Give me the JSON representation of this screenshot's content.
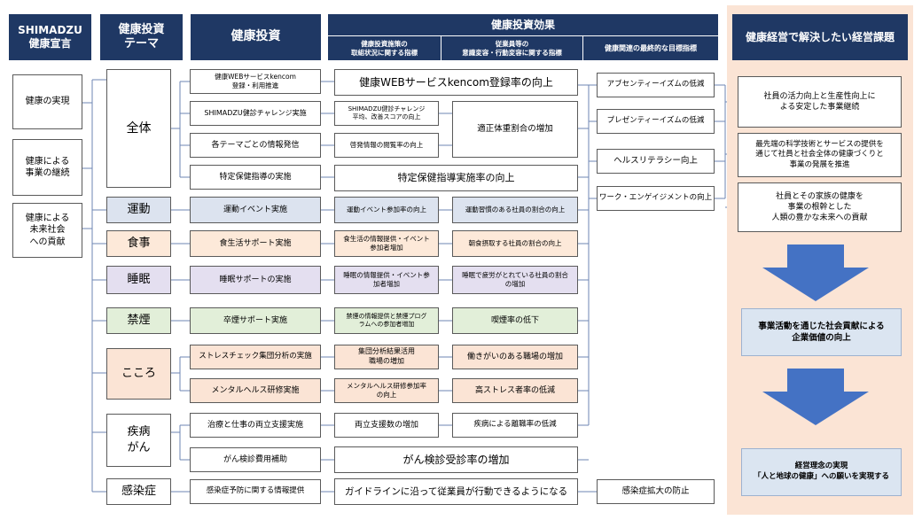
{
  "headers": {
    "declaration": "SHIMADZU\n健康宣言",
    "theme": "健康投資\nテーマ",
    "investment": "健康投資",
    "effect": "健康投資効果",
    "effect_sub1": "健康投資施策の\n取組状況に関する指標",
    "effect_sub2": "従業員等の\n意識変容・行動変容に関する指標",
    "effect_sub3": "健康関連の最終的な目標指標",
    "goal": "健康経営で解決したい経営課題"
  },
  "declarations": [
    "健康の実現",
    "健康による\n事業の継続",
    "健康による\n未来社会\nへの貢献"
  ],
  "themes": {
    "overall": "全体",
    "exercise": "運動",
    "diet": "食事",
    "sleep": "睡眠",
    "smoking": "禁煙",
    "mind": "こころ",
    "disease": "疾病\nがん",
    "infection": "感染症"
  },
  "investments": {
    "kencom": "健康WEBサービスkencom\n登録・利用推進",
    "challenge": "SHIMADZU健診チャレンジ実施",
    "info": "各テーマごとの情報発信",
    "guidance": "特定保健指導の実施",
    "exercise_event": "運動イベント実施",
    "diet_support": "食生活サポート実施",
    "sleep_support": "睡眠サポートの実施",
    "smoking_support": "卒煙サポート実施",
    "stress_check": "ストレスチェック集団分析の実施",
    "mental_training": "メンタルヘルス研修実施",
    "work_support": "治療と仕事の両立支援実施",
    "cancer_subsidy": "がん検診費用補助",
    "infection_info": "感染症予防に関する情報提供"
  },
  "indicators1": {
    "kencom_rate": "健康WEBサービスkencom登録率の向上",
    "challenge_score": "SHIMADZU健診チャレンジ\n平均、改善スコアの向上",
    "info_views": "啓発情報の閲覧率の向上",
    "guidance_rate": "特定保健指導実施率の向上",
    "exercise_rate": "運動イベント参加率の向上",
    "diet_rate": "食生活の情報提供・イベント\n参加者増加",
    "sleep_rate": "睡眠の情報提供・イベント参\n加者増加",
    "smoking_rate": "禁煙の情報提供と禁煙プログ\nラムへの参加者増加",
    "stress_rate": "集団分析結果活用\n職場の増加",
    "mental_rate": "メンタルヘルス研修参加率\nの向上",
    "support_count": "両立支援数の増加",
    "cancer_rate": "がん検診受診率の増加",
    "guideline": "ガイドラインに沿って従業員が行動できるようになる"
  },
  "indicators2": {
    "weight": "適正体重割合の増加",
    "exercise_habit": "運動習慣のある社員の割合の向上",
    "breakfast": "朝食摂取する社員の割合の向上",
    "sleep_rest": "睡眠で疲労がとれている社員の割合\nの増加",
    "smoking_drop": "喫煙率の低下",
    "engaging": "働きがいのある職場の増加",
    "stress_drop": "高ストレス者率の低減",
    "turnover": "疾病による離職率の低減"
  },
  "final_goals": {
    "absenteeism": "アブセンティーイズムの低減",
    "presenteeism": "プレゼンティーイズムの低減",
    "literacy": "ヘルスリテラシー向上",
    "engagement": "ワーク・エンゲイジメントの向上",
    "infection_prevention": "感染症拡大の防止"
  },
  "management": {
    "issue1": "社員の活力向上と生産性向上に\nよる安定した事業継続",
    "issue2": "最先端の科学技術とサービスの提供を\n通じて社員と社会全体の健康づくりと\n事業の発展を推進",
    "issue3": "社員とその家族の健康を\n事業の根幹とした\n人類の豊かな未来への貢献",
    "result1": "事業活動を通じた社会貢献による\n企業価値の向上",
    "result2": "経営理念の実現\n「人と地球の健康」への願いを実現する"
  },
  "colors": {
    "header": "#1f3864",
    "panel": "#fbe4d5",
    "arrow": "#4472c4",
    "theme_blue": "#dce3ef",
    "theme_pink": "#fde9d9",
    "theme_purple": "#e4dff0",
    "theme_green": "#e2efd9",
    "theme_peach": "#fbe4d5"
  }
}
